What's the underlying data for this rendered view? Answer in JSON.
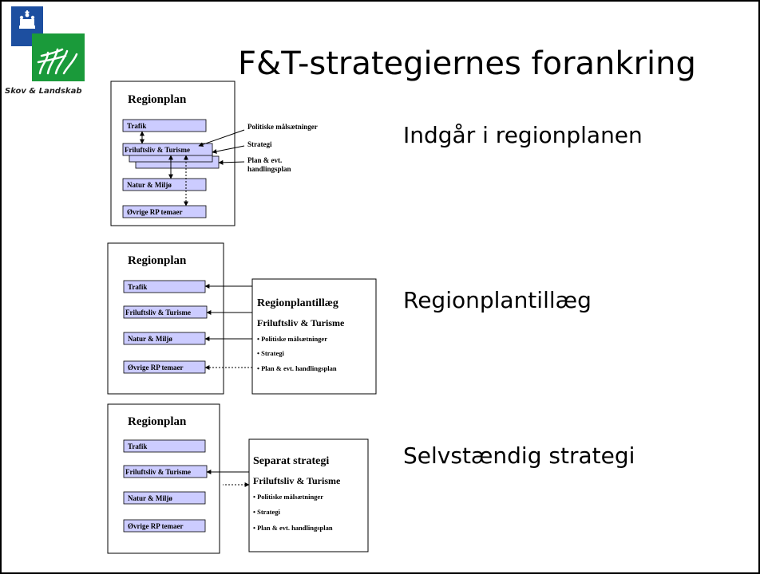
{
  "slide": {
    "title": "F&T-strategiernes forankring"
  },
  "logo": {
    "name": "Skov & Landskab"
  },
  "colors": {
    "logo_blue": "#1d4fa0",
    "logo_green": "#1a9a3a",
    "theme_box_fill": "#ccccff",
    "border": "#000000"
  },
  "panel1": {
    "title": "Regionplan",
    "themes": [
      "Trafik",
      "Friluftsliv & Turisme",
      "Natur & Miljø",
      "Øvrige RP temaer"
    ],
    "labels": {
      "politiske": "Politiske målsætninger",
      "strategi": "Strategi",
      "plan_line1": "Plan & evt.",
      "plan_line2": "handlingsplan"
    },
    "caption": "Indgår i regionplanen"
  },
  "panel2": {
    "title": "Regionplan",
    "themes": [
      "Trafik",
      "Friluftsliv & Turisme",
      "Natur & Miljø",
      "Øvrige RP temaer"
    ],
    "box": {
      "title": "Regionplantillæg",
      "subtitle": "Friluftsliv & Turisme",
      "bullets": [
        "• Politiske målsætninger",
        "• Strategi",
        "• Plan & evt. handlingsplan"
      ]
    },
    "caption": "Regionplantillæg"
  },
  "panel3": {
    "title": "Regionplan",
    "themes": [
      "Trafik",
      "Friluftsliv & Turisme",
      "Natur & Miljø",
      "Øvrige RP temaer"
    ],
    "box": {
      "title": "Separat strategi",
      "subtitle": "Friluftsliv & Turisme",
      "bullets": [
        "• Politiske målsætninger",
        "• Strategi",
        "• Plan & evt. handlingsplan"
      ]
    },
    "caption": "Selvstændig strategi"
  }
}
